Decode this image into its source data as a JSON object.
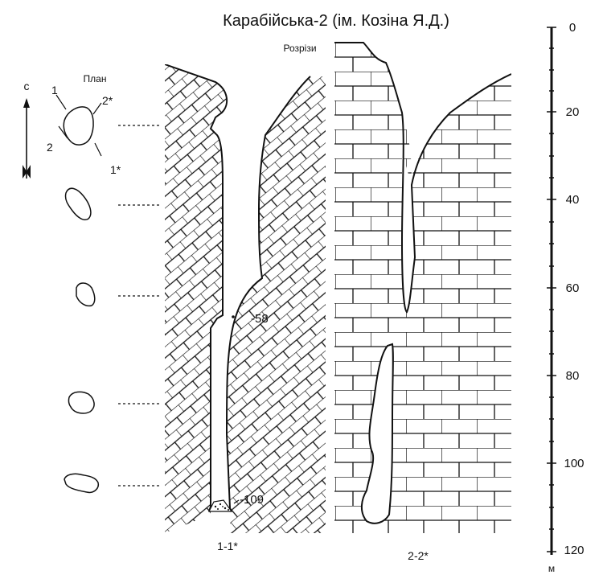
{
  "title": "Карабійська-2 (ім. Козіна Я.Д.)",
  "sections_caption": "Розрізи",
  "plan": {
    "caption": "План",
    "north": "с",
    "labels": [
      "1",
      "2*",
      "2",
      "1*"
    ]
  },
  "section_1": {
    "caption": "1-1*",
    "depth_marks": [
      "-58",
      "-109"
    ]
  },
  "section_2": {
    "caption": "2-2*"
  },
  "scale": {
    "unit": "м",
    "ticks": [
      "0",
      "20",
      "40",
      "60",
      "80",
      "100",
      "120"
    ]
  },
  "colors": {
    "ink": "#111111",
    "background": "#ffffff"
  }
}
